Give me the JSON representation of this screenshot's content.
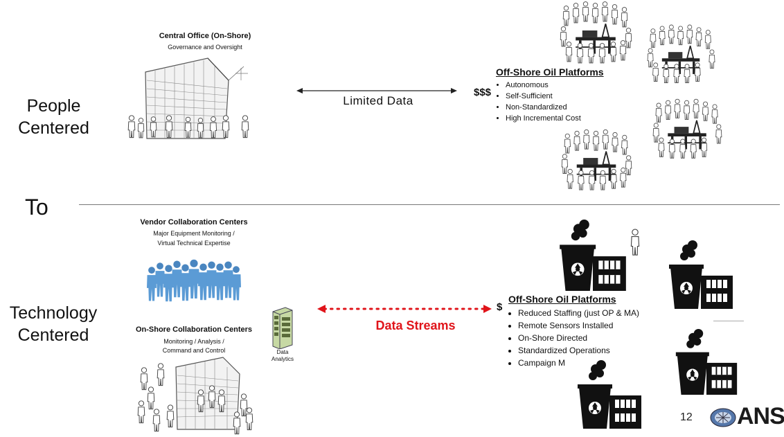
{
  "top": {
    "section_label_line1": "People",
    "section_label_line2": "Centered",
    "central_office_title": "Central Office (On-Shore)",
    "central_office_subtitle": "Governance and Oversight",
    "link_label": "Limited Data",
    "cost_label": "$$$",
    "platforms_title": "Off-Shore Oil Platforms",
    "platforms_bullets": [
      "Autonomous",
      "Self-Sufficient",
      "Non-Standardized",
      "High Incremental Cost"
    ]
  },
  "divider_label": "To",
  "bottom": {
    "section_label_line1": "Technology",
    "section_label_line2": "Centered",
    "vendor_title": "Vendor Collaboration Centers",
    "vendor_sub1": "Major Equipment Monitoring /",
    "vendor_sub2": "Virtual Technical Expertise",
    "onshore_title": "On-Shore Collaboration Centers",
    "onshore_sub1": "Monitoring / Analysis /",
    "onshore_sub2": "Command and Control",
    "analytics_line1": "Data",
    "analytics_line2": "Analytics",
    "link_label": "Data Streams",
    "cost_label": "$",
    "platforms_title": "Off-Shore Oil Platforms",
    "platforms_bullets": [
      "Reduced  Staffing (just OP & MA)",
      "Remote Sensors Installed",
      "On-Shore Directed",
      "Standardized Operations",
      "Campaign M"
    ]
  },
  "footer": {
    "page_number": "12",
    "logo_text": "ANS"
  },
  "colors": {
    "data_streams": "#e0141a",
    "vendor_people": "#5b9bd5",
    "divider": "#777777"
  }
}
